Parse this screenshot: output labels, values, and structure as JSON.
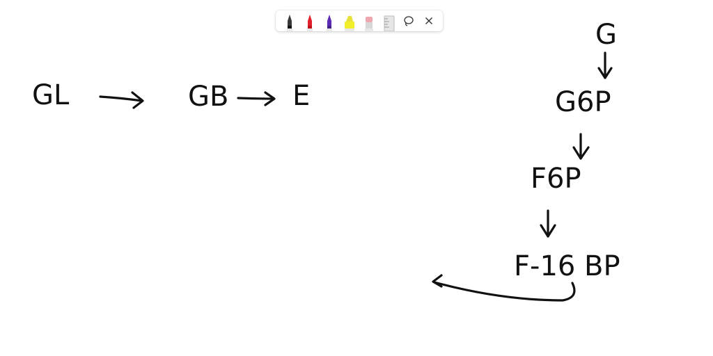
{
  "toolbar": {
    "tools": [
      {
        "name": "black-pen",
        "color": "#111111"
      },
      {
        "name": "red-pen",
        "color": "#e0202a"
      },
      {
        "name": "purple-pen",
        "color": "#5b2bb5"
      },
      {
        "name": "highlighter",
        "color": "#f2ef2a"
      },
      {
        "name": "eraser",
        "color": "#f0a8b0"
      },
      {
        "name": "ruler",
        "color": "#cccccc"
      },
      {
        "name": "lasso-select",
        "color": "#333333"
      },
      {
        "name": "close",
        "color": "#333333"
      }
    ]
  },
  "whiteboard": {
    "left_chain": {
      "gl": "GL",
      "gb": "GB",
      "e": "E"
    },
    "right_chain": {
      "g": "G",
      "g6p": "G6P",
      "f6p": "F6P",
      "f16bp": "F-16 BP"
    }
  },
  "ink_color": "#111111"
}
